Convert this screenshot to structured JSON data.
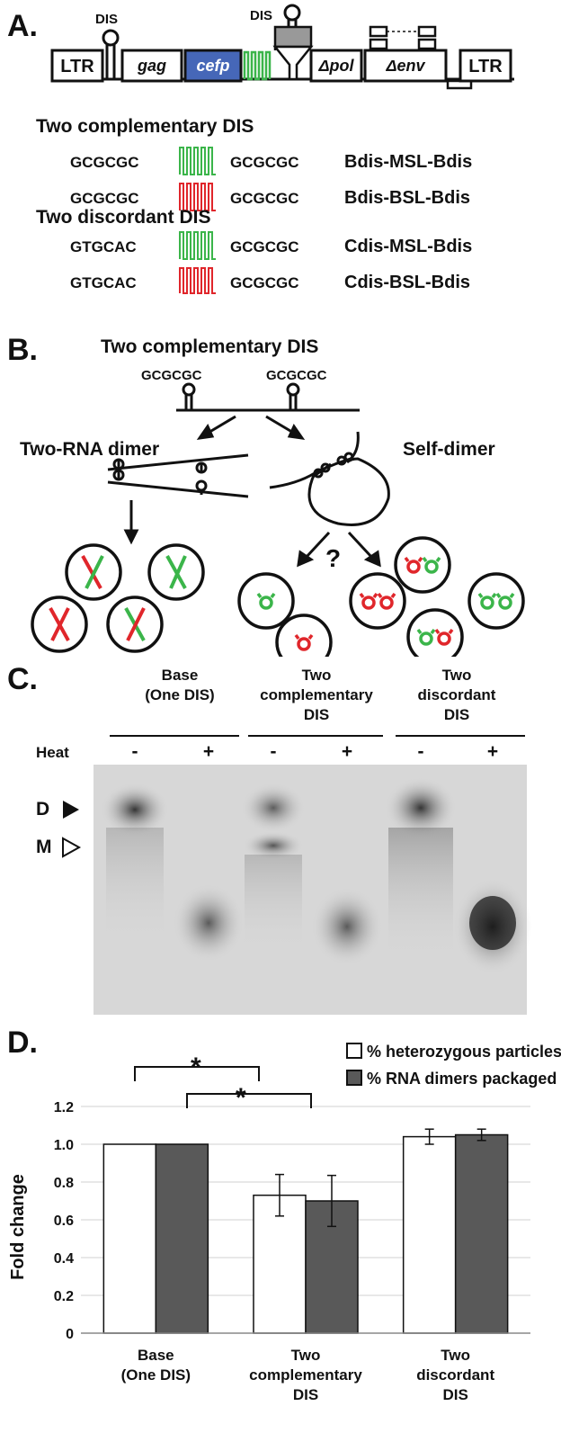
{
  "panel_a": {
    "label": "A.",
    "construct": {
      "ltr_left": "LTR",
      "dis_label_1": "DIS",
      "gag": "gag",
      "cefp": "cefp",
      "dis_label_2": "DIS",
      "delta_pol": "Δpol",
      "delta_env": "Δenv",
      "ltr_right": "LTR"
    },
    "header_complementary": "Two complementary DIS",
    "rows_complementary": [
      {
        "left": "GCGCGC",
        "right": "GCGCGC",
        "name": "Bdis-MSL-Bdis",
        "color": "#3bb54a"
      },
      {
        "left": "GCGCGC",
        "right": "GCGCGC",
        "name": "Bdis-BSL-Bdis",
        "color": "#e0262b"
      }
    ],
    "header_discordant": "Two discordant DIS",
    "rows_discordant": [
      {
        "left": "GTGCAC",
        "right": "GCGCGC",
        "name": "Cdis-MSL-Bdis",
        "color": "#3bb54a"
      },
      {
        "left": "GTGCAC",
        "right": "GCGCGC",
        "name": "Cdis-BSL-Bdis",
        "color": "#e0262b"
      }
    ]
  },
  "panel_b": {
    "label": "B.",
    "title": "Two complementary DIS",
    "seq_left": "GCGCGC",
    "seq_right": "GCGCGC",
    "two_rna_dimer": "Two-RNA dimer",
    "self_dimer": "Self-dimer",
    "question": "?"
  },
  "panel_c": {
    "label": "C.",
    "groups": [
      {
        "line1": "Base",
        "line2": "(One DIS)",
        "line3": ""
      },
      {
        "line1": "Two",
        "line2": "complementary",
        "line3": "DIS"
      },
      {
        "line1": "Two",
        "line2": "discordant",
        "line3": "DIS"
      }
    ],
    "heat_label": "Heat",
    "lanes": [
      "-",
      "+",
      "-",
      "+",
      "-",
      "+"
    ],
    "marker_d": "D",
    "marker_m": "M"
  },
  "panel_d": {
    "label": "D."
  },
  "chart_data": {
    "type": "bar",
    "categories": [
      "Base (One DIS)",
      "Two complementary DIS",
      "Two discordant DIS"
    ],
    "category_lines": [
      [
        "Base",
        "(One DIS)"
      ],
      [
        "Two",
        "complementary",
        "DIS"
      ],
      [
        "Two",
        "discordant",
        "DIS"
      ]
    ],
    "series": [
      {
        "name": "% heterozygous particles",
        "values": [
          1.0,
          0.73,
          1.04
        ],
        "errors": [
          0,
          0.11,
          0.04
        ],
        "color": "#ffffff"
      },
      {
        "name": "% RNA dimers packaged",
        "values": [
          1.0,
          0.7,
          1.05
        ],
        "errors": [
          0,
          0.135,
          0.03
        ],
        "color": "#595959"
      }
    ],
    "ylabel": "Fold change",
    "ylim": [
      0,
      1.2
    ],
    "yticks": [
      "0",
      "0.2",
      "0.4",
      "0.6",
      "0.8",
      "1.0",
      "1.2"
    ],
    "grid": true,
    "legend": "top-right",
    "significance": [
      "*",
      "*"
    ]
  }
}
